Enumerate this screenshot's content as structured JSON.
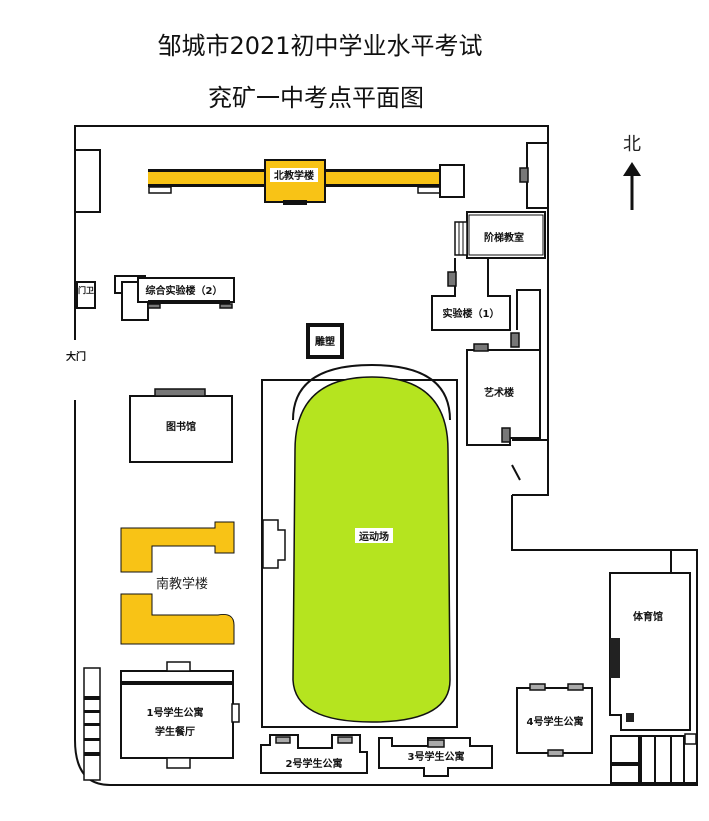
{
  "title": {
    "line1": "邹城市2021初中学业水平考试",
    "line2": "兖矿一中考点平面图"
  },
  "compass": {
    "label": "北"
  },
  "labels": {
    "north_building": "北教学楼",
    "lecture_hall": "阶梯教室",
    "lab2": "综合实验楼（2）",
    "lab1": "实验楼（1）",
    "guard": "门卫",
    "gate": "大门",
    "sculpture": "雕塑",
    "art": "艺术楼",
    "library": "图书馆",
    "field": "运动场",
    "south_building": "南教学楼",
    "dorm1": "1号学生公寓",
    "canteen": "学生餐厅",
    "dorm2": "2号学生公寓",
    "dorm3": "3号学生公寓",
    "dorm4": "4号学生公寓",
    "gym": "体育馆"
  },
  "colors": {
    "teaching": "#f8c316",
    "field": "#b5e41f"
  }
}
